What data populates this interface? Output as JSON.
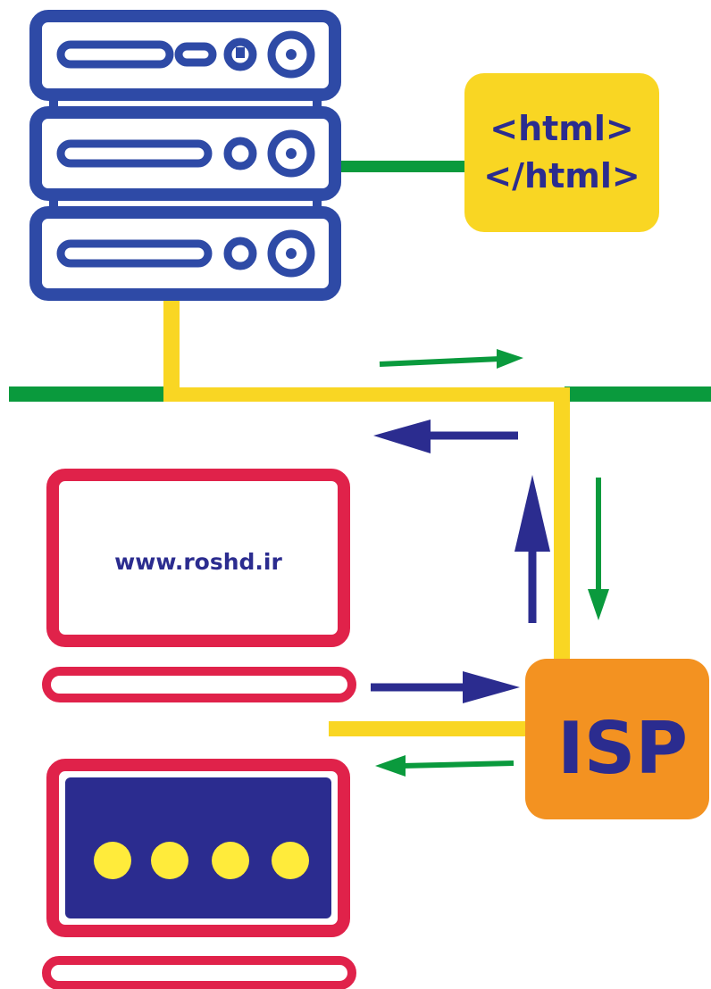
{
  "colors": {
    "server_blue": "#2e4aa6",
    "arrow_blue": "#2b2c8f",
    "network_green": "#0a9a3d",
    "link_yellow": "#f9d623",
    "html_box_yellow": "#f9d623",
    "html_text": "#2b2c8f",
    "computer_red": "#e0224a",
    "screen_navy": "#2b2c8f",
    "dot_yellow": "#ffeb3b",
    "isp_orange": "#f39221",
    "isp_text": "#2b2c8f"
  },
  "html_box": {
    "open_tag": "<html>",
    "close_tag": "</html>"
  },
  "computer1": {
    "url": "www.roshd.ir"
  },
  "isp_box": {
    "label": "ISP"
  },
  "icons": [
    "server-rack-icon",
    "laptop-icon",
    "password-screen-icon"
  ]
}
